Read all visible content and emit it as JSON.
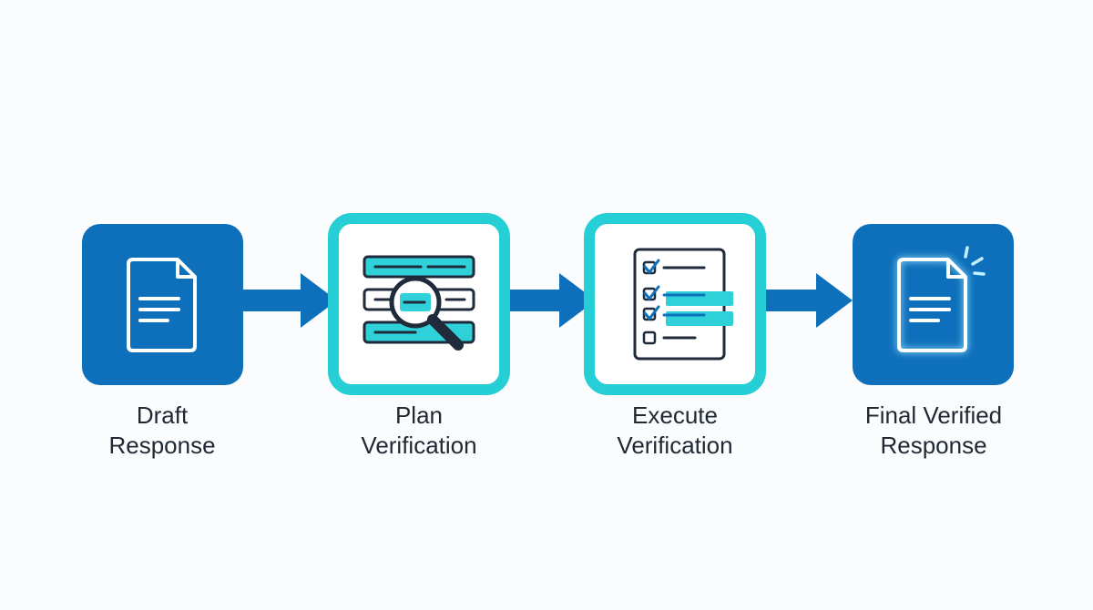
{
  "steps": [
    {
      "line1": "Draft",
      "line2": "Response",
      "icon": "document-icon"
    },
    {
      "line1": "Plan",
      "line2": "Verification",
      "icon": "search-list-icon"
    },
    {
      "line1": "Execute",
      "line2": "Verification",
      "icon": "checklist-icon"
    },
    {
      "line1": "Final Verified",
      "line2": "Response",
      "icon": "verified-document-icon"
    }
  ],
  "colors": {
    "primary_blue": "#0e70bb",
    "teal_accent": "#26cfd6",
    "icon_dark": "#1f2a3a",
    "label_text": "#1f2933"
  }
}
